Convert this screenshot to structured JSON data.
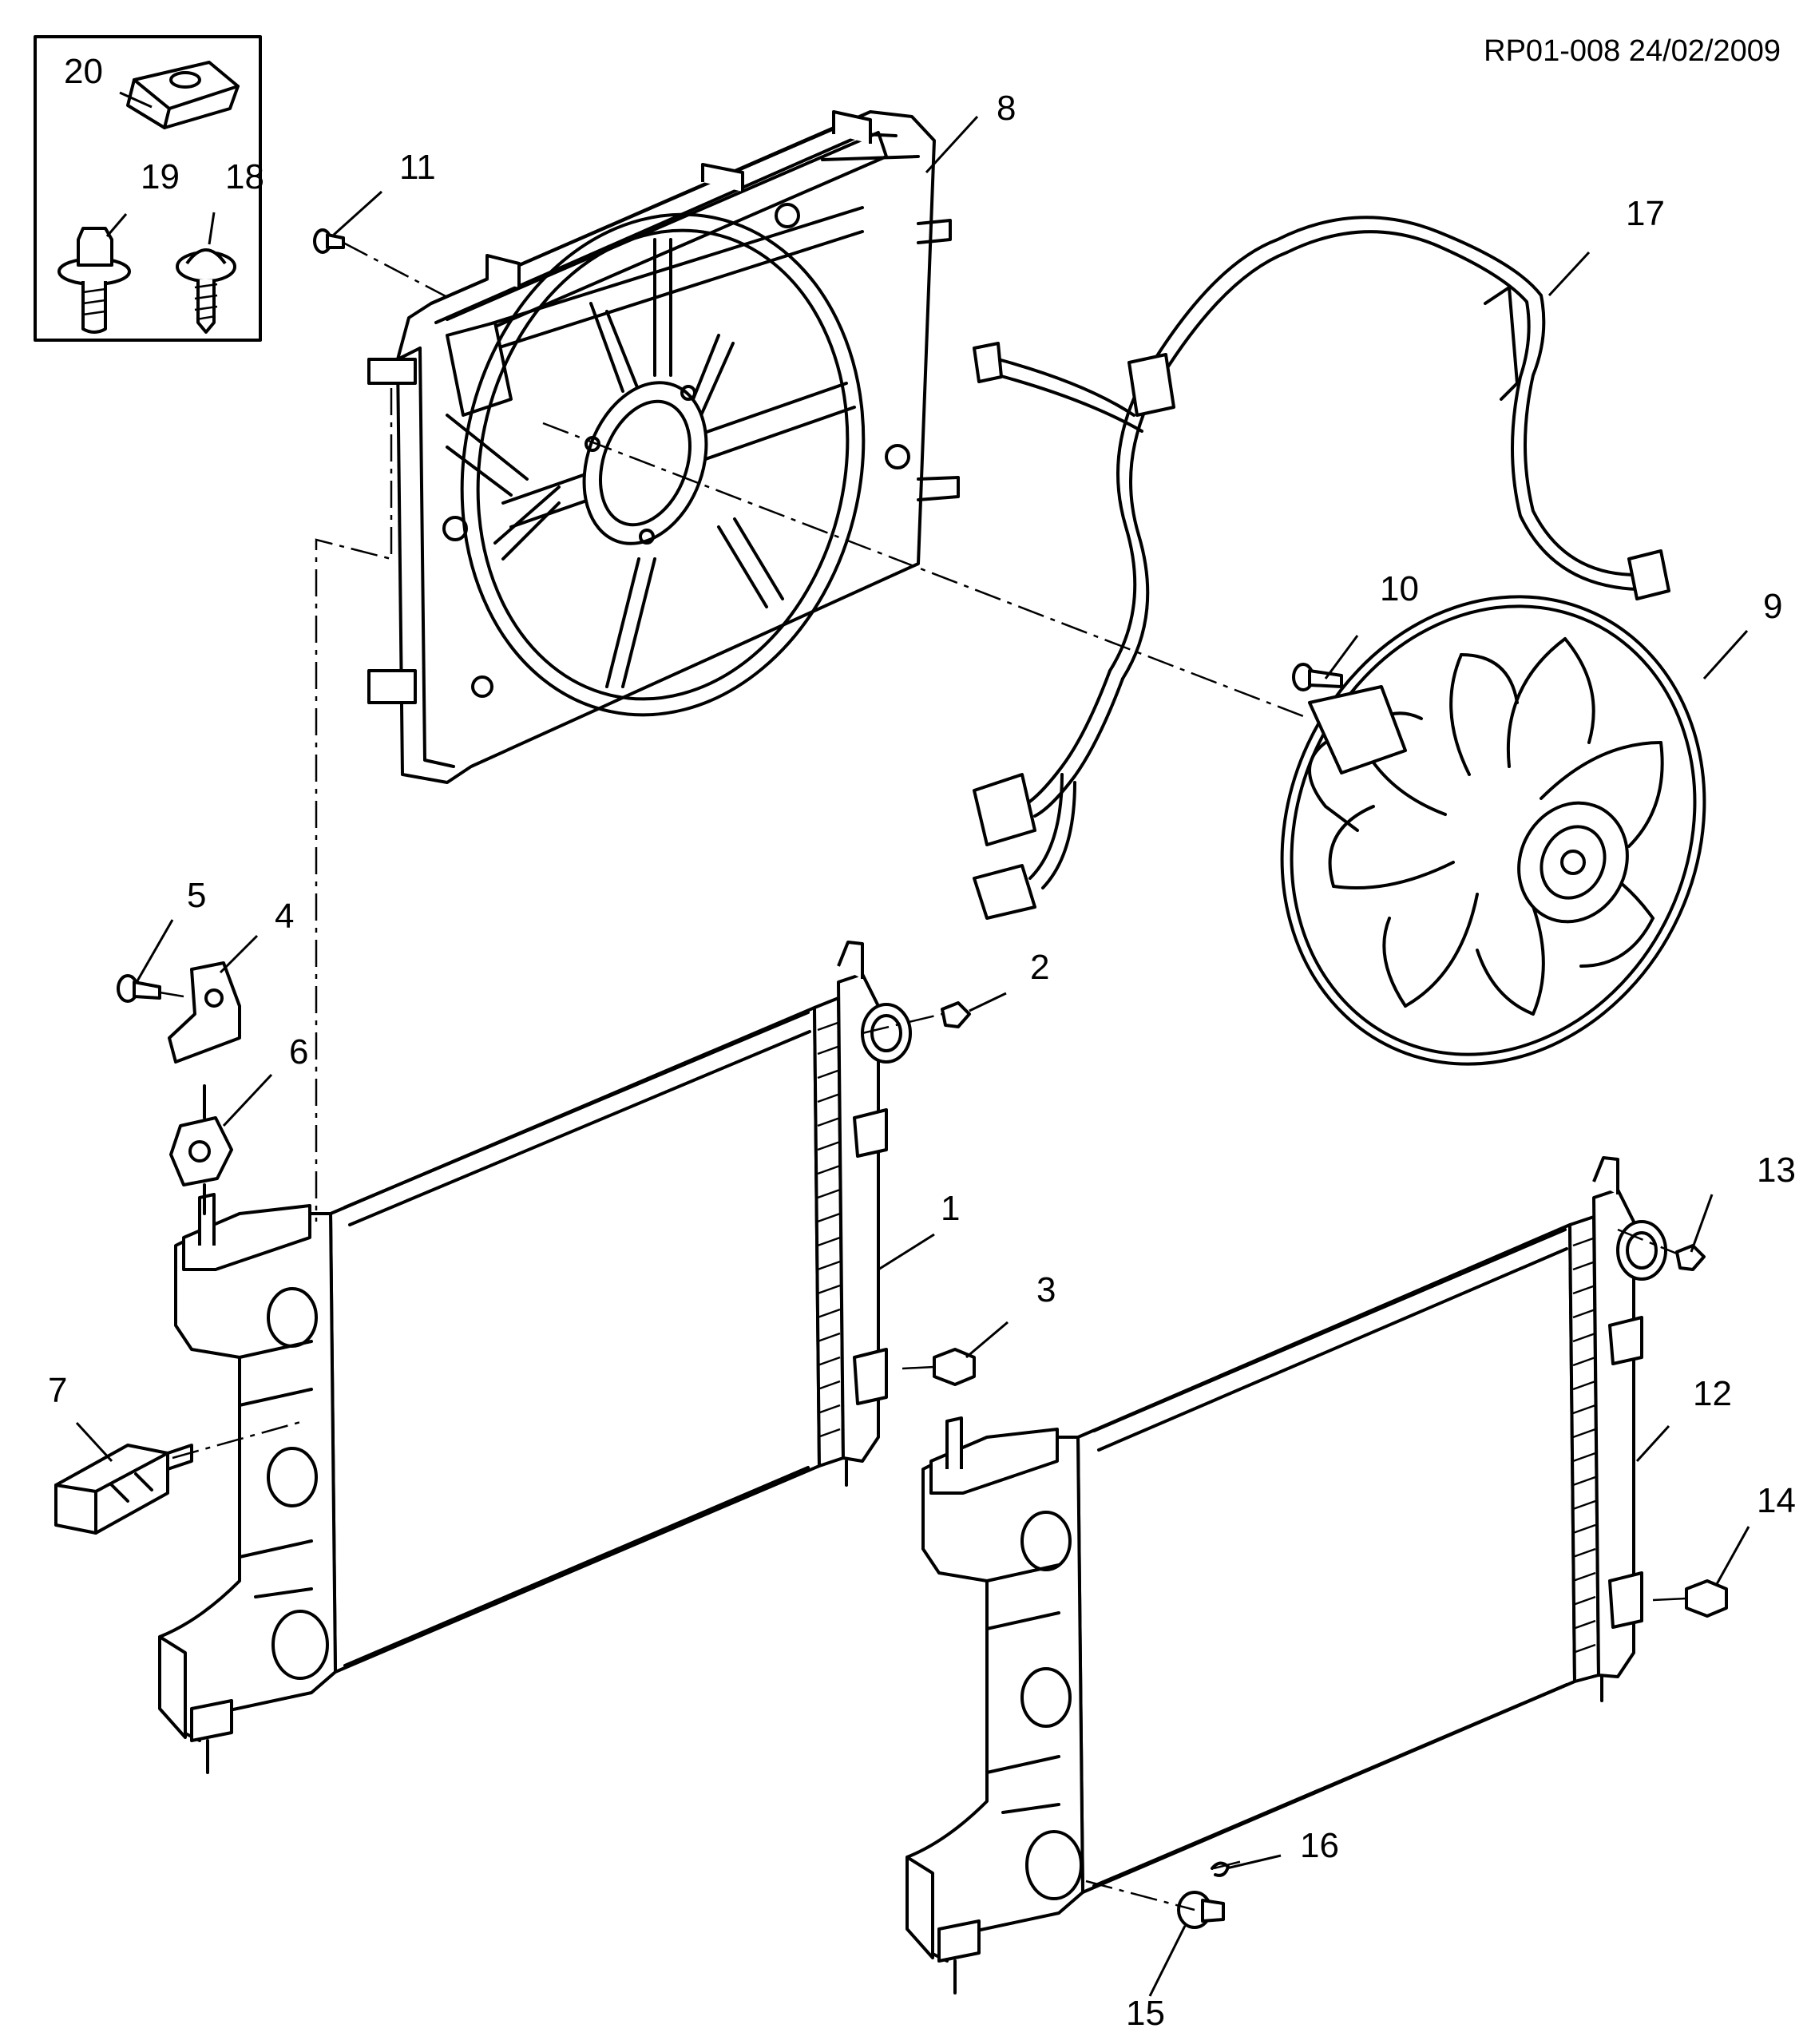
{
  "diagram": {
    "reference": "RP01-008 24/02/2009",
    "callouts": {
      "c1": "1",
      "c2": "2",
      "c3": "3",
      "c4": "4",
      "c5": "5",
      "c6": "6",
      "c7": "7",
      "c8": "8",
      "c9": "9",
      "c10": "10",
      "c11": "11",
      "c12": "12",
      "c13": "13",
      "c14": "14",
      "c15": "15",
      "c16": "16",
      "c17": "17",
      "c18": "18",
      "c19": "19",
      "c20": "20"
    }
  },
  "colors": {
    "line": "#000000",
    "background": "#ffffff"
  }
}
